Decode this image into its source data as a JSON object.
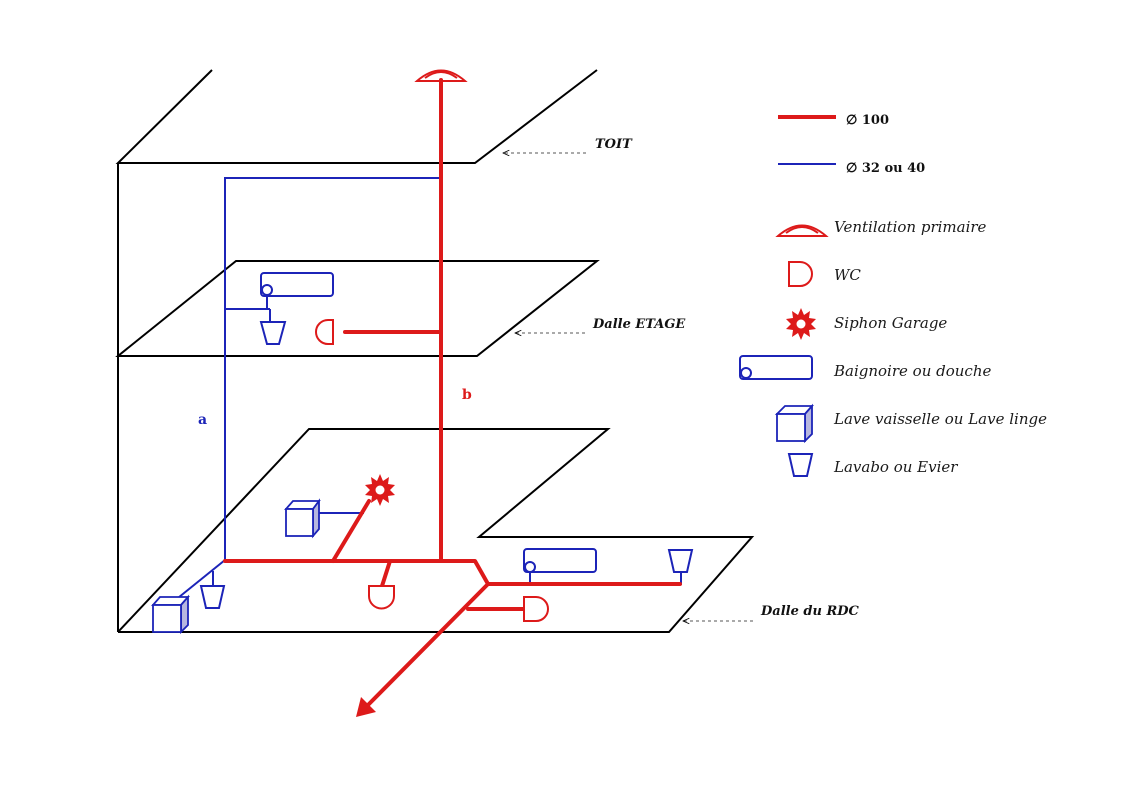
{
  "levels": {
    "roof": "TOIT",
    "floor_slab": "Dalle ETAGE",
    "ground_slab": "Dalle du RDC"
  },
  "pipes": {
    "a": "a",
    "b": "b"
  },
  "legend": {
    "diam_100": "∅ 100",
    "diam_32_40": "∅ 32 ou 40",
    "vent": "Ventilation primaire",
    "wc": "WC",
    "siphon": "Siphon Garage",
    "bath": "Baignoire ou douche",
    "washer": "Lave vaisselle ou Lave linge",
    "basin": "Lavabo ou Evier"
  },
  "colors": {
    "main_pipe": "#dd1a1a",
    "small_pipe": "#1c24b8",
    "structure": "#000000"
  }
}
